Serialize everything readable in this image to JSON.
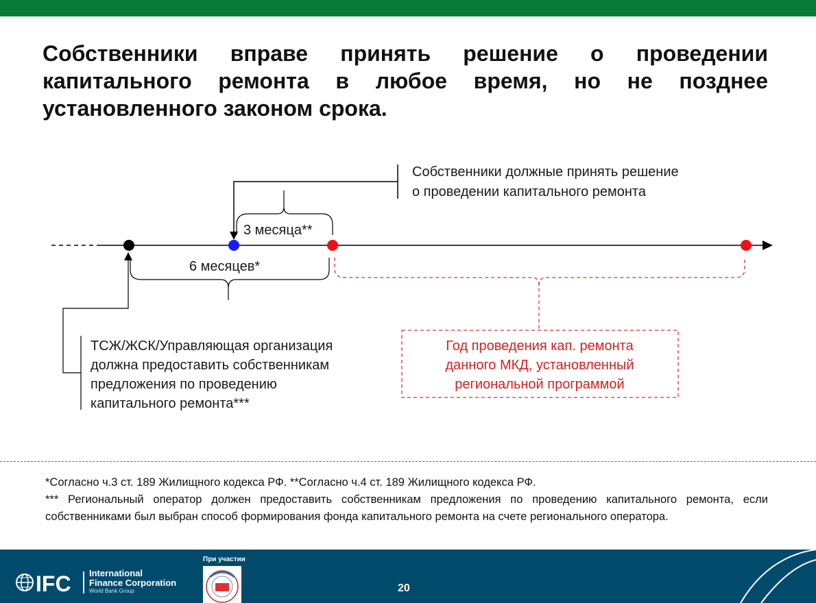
{
  "title": "Собственники вправе принять решение о проведении капитального ремонта в любое время, но не позднее установленного законом срока.",
  "diagram": {
    "owners_decision_label": [
      "Собственники должные принять решение",
      "о проведении капитального ремонта"
    ],
    "three_months_label": "3 месяца**",
    "six_months_label": "6 месяцев*",
    "hoa_proposal_label": [
      "ТСЖ/ЖСК/Управляющая организация",
      "должна предоставить собственникам",
      "предложения по проведению",
      "капитального ремонта***"
    ],
    "regional_program_label": [
      "Год проведения кап. ремонта",
      "данного МКД, установленный",
      "региональной программой"
    ],
    "colors": {
      "black_point": "#000000",
      "blue_point": "#1a1aff",
      "red_point": "#ee1111",
      "red_text": "#d42020"
    }
  },
  "footnotes": {
    "line1": "*Согласно ч.3 ст. 189 Жилищного кодекса РФ. **Согласно ч.4 ст. 189 Жилищного кодекса РФ.",
    "line2": "*** Региональный оператор должен предоставить собственникам предложения по проведению капитального ремонта, если собственниками был выбран способ формирования фонда капитального ремонта на счете регионального оператора."
  },
  "footer": {
    "ifc_name_line1": "International",
    "ifc_name_line2": "Finance Corporation",
    "ifc_sub": "World Bank Group",
    "partner_caption": "При участии",
    "partner_logo_icon": "tszh-zhsk-association-seal",
    "page_number": "20"
  }
}
